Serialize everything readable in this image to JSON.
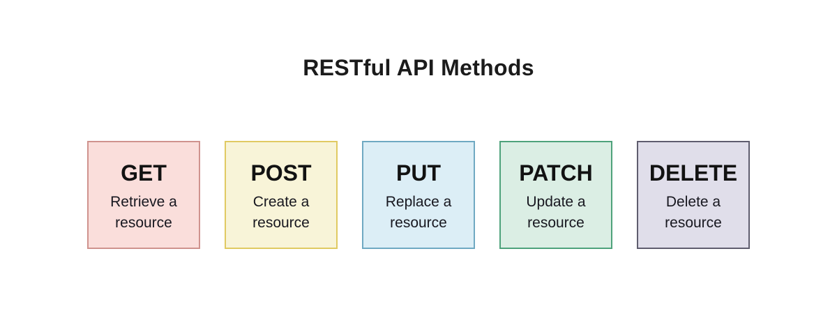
{
  "page": {
    "background_color": "#ffffff",
    "title_color": "#1b1b1b",
    "text_color": "#17171f"
  },
  "title": "RESTful API Methods",
  "methods": [
    {
      "name": "GET",
      "description": "Retrieve a resource",
      "bg_color": "#fadedb",
      "border_color": "#cf938e"
    },
    {
      "name": "POST",
      "description": "Create a resource",
      "bg_color": "#f8f4d8",
      "border_color": "#e0ca62"
    },
    {
      "name": "PUT",
      "description": "Replace a resource",
      "bg_color": "#dceef6",
      "border_color": "#6fa9c2"
    },
    {
      "name": "PATCH",
      "description": "Update a resource",
      "bg_color": "#dbeee4",
      "border_color": "#4ea27b"
    },
    {
      "name": "DELETE",
      "description": "Delete a resource",
      "bg_color": "#e0deea",
      "border_color": "#5f5d6e"
    }
  ]
}
